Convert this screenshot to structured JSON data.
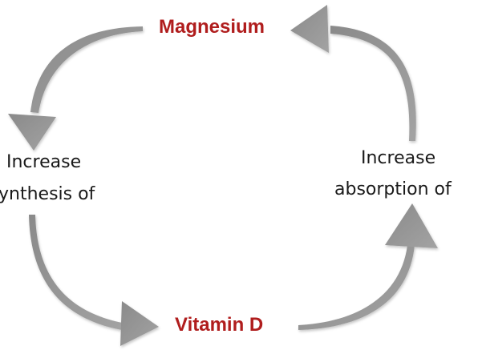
{
  "nodes": {
    "magnesium": "Magnesium",
    "vitamin_d": "Vitamin D",
    "left_line1": "Increase",
    "left_line2": "ynthesis of",
    "right_line1": "Increase",
    "right_line2": "absorption of"
  },
  "colors": {
    "arrow": "#8f8f8f",
    "node_highlight": "#b01d1d",
    "text": "#1a1a1a"
  }
}
